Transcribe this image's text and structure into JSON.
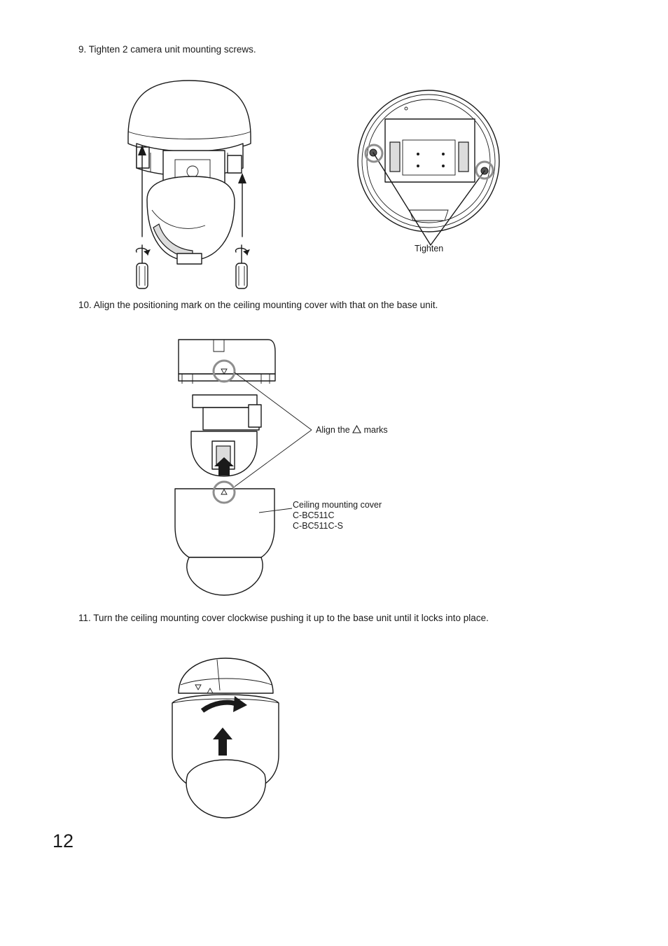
{
  "steps": [
    {
      "text": "9. Tighten 2 camera unit mounting screws."
    },
    {
      "text": "10. Align the positioning mark on the ceiling mounting cover with that on the base unit."
    },
    {
      "text": "11. Turn the ceiling mounting cover clockwise pushing it up to the base unit until it locks into place."
    }
  ],
  "figure1": {
    "callout": "Tighten"
  },
  "figure2": {
    "align_prefix": "Align the",
    "align_suffix": "marks",
    "cover_label_line1": "Ceiling mounting cover",
    "cover_label_line2": "C-BC511C",
    "cover_label_line3": "C-BC511C-S"
  },
  "page_number": "12",
  "icons": [
    "screwdriver-icon",
    "rotate-arrow-icon",
    "up-arrow-icon",
    "triangle-mark-icon"
  ],
  "colors": {
    "ink": "#1a1a1a",
    "highlight_circle": "#8e8e8e",
    "background": "#ffffff"
  }
}
